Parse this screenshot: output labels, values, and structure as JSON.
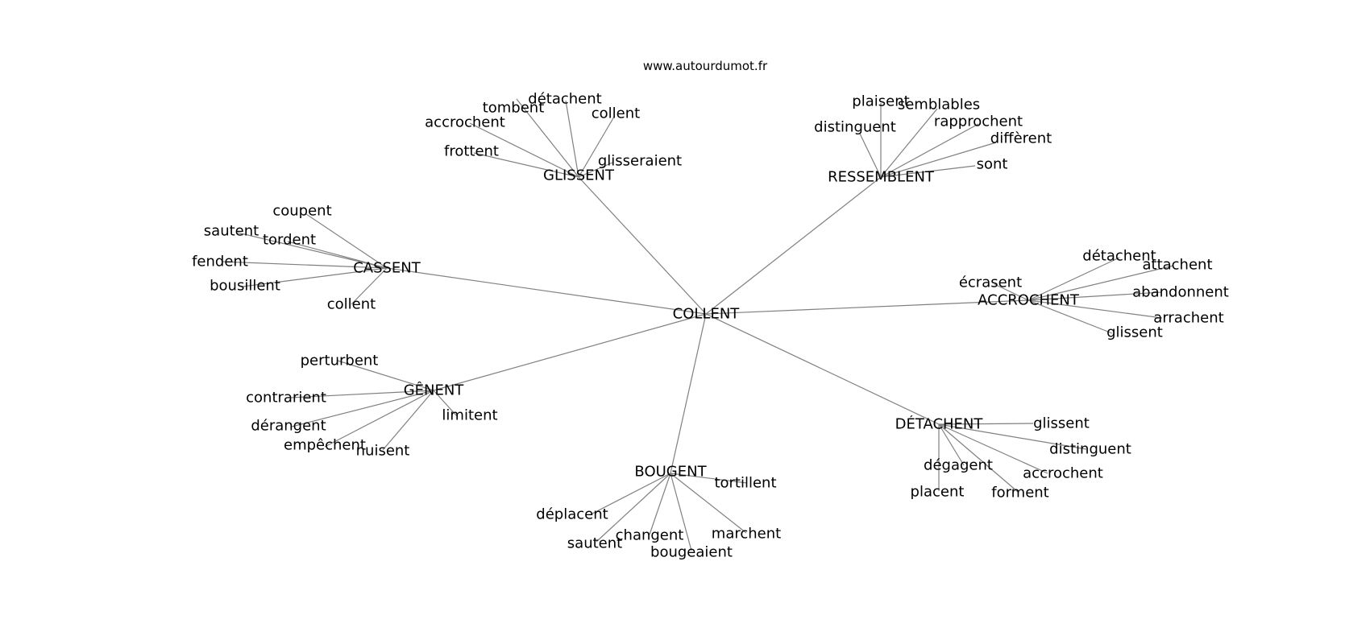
{
  "source_label": "www.autourdumot.fr",
  "graph": {
    "center": "COLLENT",
    "clusters": [
      {
        "hub": "GLISSENT",
        "leaves": [
          "tombent",
          "détachent",
          "collent",
          "accrochent",
          "frottent",
          "glisseraient"
        ]
      },
      {
        "hub": "RESSEMBLENT",
        "leaves": [
          "plaisent",
          "semblables",
          "distinguent",
          "rapprochent",
          "diffèrent",
          "sont"
        ]
      },
      {
        "hub": "CASSENT",
        "leaves": [
          "coupent",
          "sautent",
          "tordent",
          "fendent",
          "bousillent",
          "collent"
        ]
      },
      {
        "hub": "ACCROCHENT",
        "leaves": [
          "détachent",
          "attachent",
          "écrasent",
          "abandonnent",
          "arrachent",
          "glissent"
        ]
      },
      {
        "hub": "GÊNENT",
        "leaves": [
          "perturbent",
          "contrarient",
          "dérangent",
          "empêchent",
          "nuisent",
          "limitent"
        ]
      },
      {
        "hub": "DÉTACHENT",
        "leaves": [
          "glissent",
          "distinguent",
          "dégagent",
          "accrochent",
          "placent",
          "forment"
        ]
      },
      {
        "hub": "BOUGENT",
        "leaves": [
          "tortillent",
          "déplacent",
          "changent",
          "marchent",
          "sautent",
          "bougeaient"
        ]
      }
    ]
  }
}
